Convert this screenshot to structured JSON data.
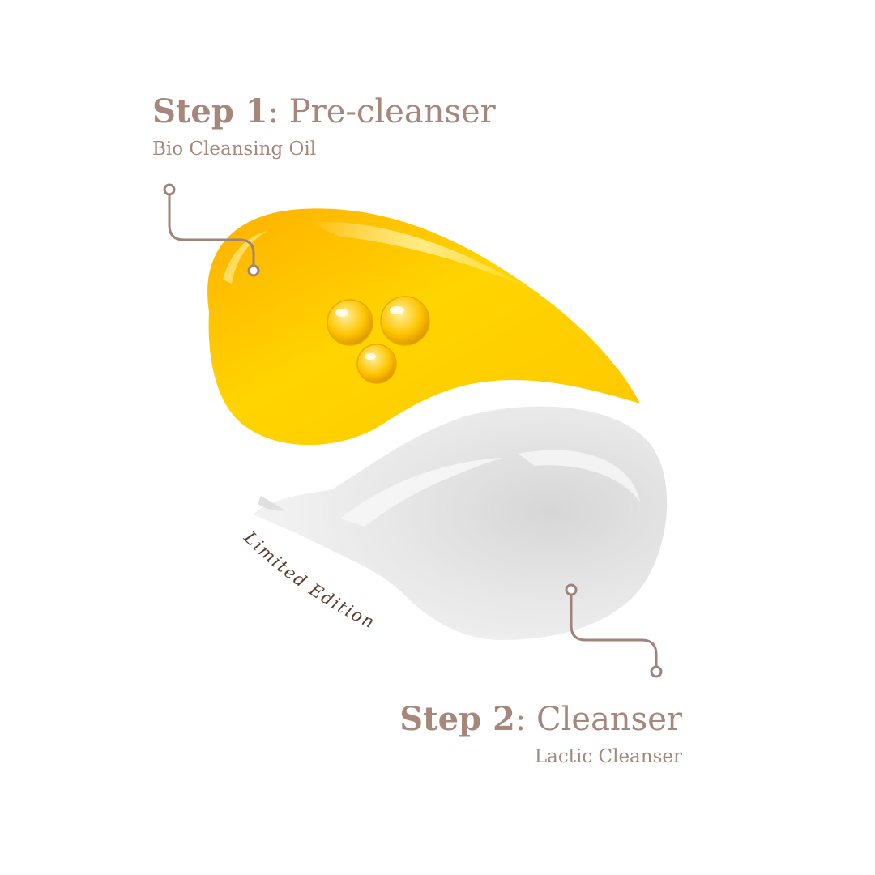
{
  "step1": {
    "label": "Step 1",
    "separator": ":",
    "name": "Pre-cleanser",
    "product": "Bio Cleansing Oil"
  },
  "step2": {
    "label": "Step 2",
    "separator": ":",
    "name": "Cleanser",
    "product": "Lactic Cleanser"
  },
  "badge": {
    "text": "Limited Edition"
  },
  "colors": {
    "text": "#a5877b",
    "connector": "#a08378",
    "oil": "#ffc400",
    "cream": "#e4e4e4",
    "badge": "#5a3d32"
  }
}
